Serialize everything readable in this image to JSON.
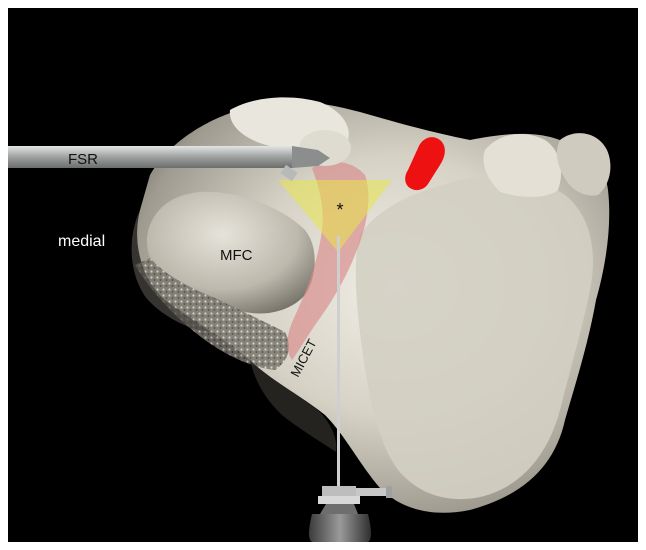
{
  "labels": {
    "instrument": "FSR",
    "side": "medial",
    "condyle": "MFC",
    "portal": "MICET",
    "target": "*"
  },
  "colors": {
    "background": "#000000",
    "frame": "#ffffff",
    "bone": "#c9c5b8",
    "marker": "#ee1111",
    "target_zone": "#e8e64a",
    "soft_tissue": "#d98b8b",
    "instrument": "#a9abab"
  },
  "icons": {
    "marker": "red-marker-icon",
    "scope": "arthroscope-icon"
  }
}
